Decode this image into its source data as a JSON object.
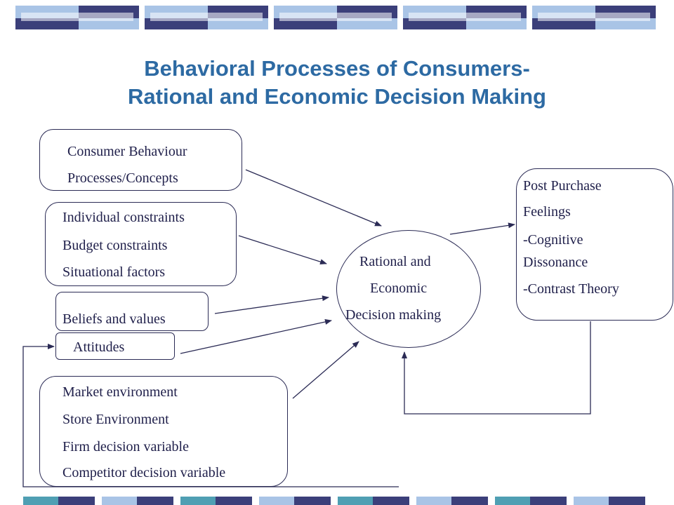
{
  "title": {
    "line1": "Behavioral Processes of Consumers-",
    "line2": "Rational and Economic Decision Making"
  },
  "boxes": {
    "consumer_behaviour": {
      "line1": "Consumer Behaviour",
      "line2": "Processes/Concepts"
    },
    "constraints": {
      "line1": "Individual constraints",
      "line2": "Budget constraints",
      "line3": "Situational factors"
    },
    "beliefs": {
      "line1": "Beliefs and values"
    },
    "attitudes": {
      "line1": "Attitudes"
    },
    "environment": {
      "line1": "Market environment",
      "line2": "Store Environment",
      "line3": "Firm decision variable",
      "line4": "Competitor decision variable"
    }
  },
  "center": {
    "line1": "Rational and",
    "line2": "Economic",
    "line3": "Decision making"
  },
  "post_purchase": {
    "line1": "Post Purchase",
    "line2": "Feelings",
    "line3": "-Cognitive",
    "line4": "Dissonance",
    "line5": "-Contrast Theory"
  },
  "colors": {
    "title": "#2d6aa3",
    "navy": "#3b3f7a",
    "teal": "#4f9fb3",
    "light_blue": "#a9c4e6",
    "line": "#2b2b55"
  }
}
